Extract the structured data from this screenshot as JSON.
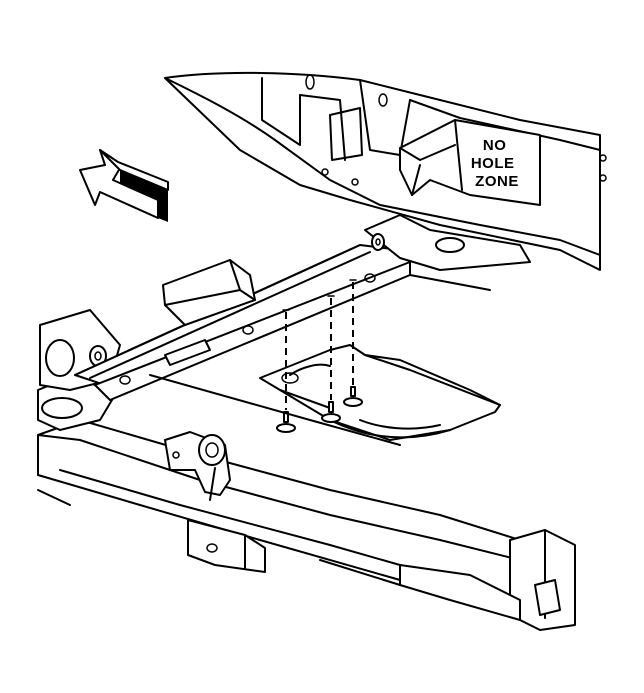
{
  "diagram": {
    "zone_label_lines": [
      "NO",
      "HOLE",
      "ZONE"
    ],
    "colors": {
      "line": "#000000",
      "background": "#ffffff"
    }
  }
}
